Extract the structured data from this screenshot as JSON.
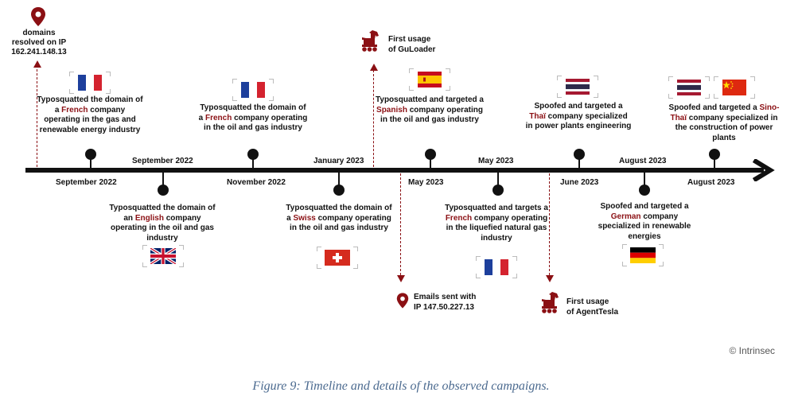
{
  "title_top_left": {
    "line1": "domains",
    "line2": "resolved on IP",
    "line3": "162.241.148.13"
  },
  "guloader": {
    "line1": "First usage",
    "line2": "of GuLoader"
  },
  "emails": {
    "line1": "Emails sent with",
    "line2": "IP 147.50.227.13"
  },
  "agenttesla": {
    "line1": "First usage",
    "line2": "of AgentTesla"
  },
  "dates": {
    "sep2022_a": "September 2022",
    "sep2022_b": "September 2022",
    "nov2022": "November 2022",
    "jan2023": "January 2023",
    "may2023_a": "May 2023",
    "may2023_b": "May 2023",
    "jun2023": "June 2023",
    "aug2023_a": "August 2023",
    "aug2023_b": "August 2023"
  },
  "events": {
    "e1": {
      "pre": "Typosquatted the domain of a ",
      "hl": "French",
      "post": " company operating in the gas and renewable energy industry"
    },
    "e2": {
      "pre": "Typosquatted the domain of an ",
      "hl": "English",
      "post": " company operating in the oil and gas industry"
    },
    "e3": {
      "pre": "Typosquatted the domain of a ",
      "hl": "French",
      "post": " company operating in the oil and gas industry"
    },
    "e4": {
      "pre": "Typosquatted the domain of a ",
      "hl": "Swiss",
      "post": " company operating in the oil and gas industry"
    },
    "e5": {
      "pre": "Typosquatted and targeted a ",
      "hl": "Spanish",
      "post": " company operating in the oil and gas industry"
    },
    "e6": {
      "pre": "Typosquatted and targets a ",
      "hl": "French",
      "post": " company operating in the liquefied natural gas industry"
    },
    "e7": {
      "pre": "Spoofed and targeted a ",
      "hl": "Thaï",
      "post": " company specialized in power plants engineering"
    },
    "e8": {
      "pre": "Spoofed and targeted a ",
      "hl": "German",
      "post": " company specialized in renewable energies"
    },
    "e9": {
      "pre": "Spoofed and targeted a ",
      "hl": "Sino-Thaï",
      "post": " company specialized in the construction of power plants"
    }
  },
  "copyright": "© Intrinsec",
  "caption": "Figure 9: Timeline and details of the observed campaigns.",
  "colors": {
    "accent": "#8b1014",
    "axis": "#111111",
    "caption": "#4b6a8f"
  },
  "flags": [
    "france",
    "united-kingdom",
    "france",
    "switzerland",
    "spain",
    "france",
    "thailand",
    "germany",
    "thailand",
    "china"
  ]
}
